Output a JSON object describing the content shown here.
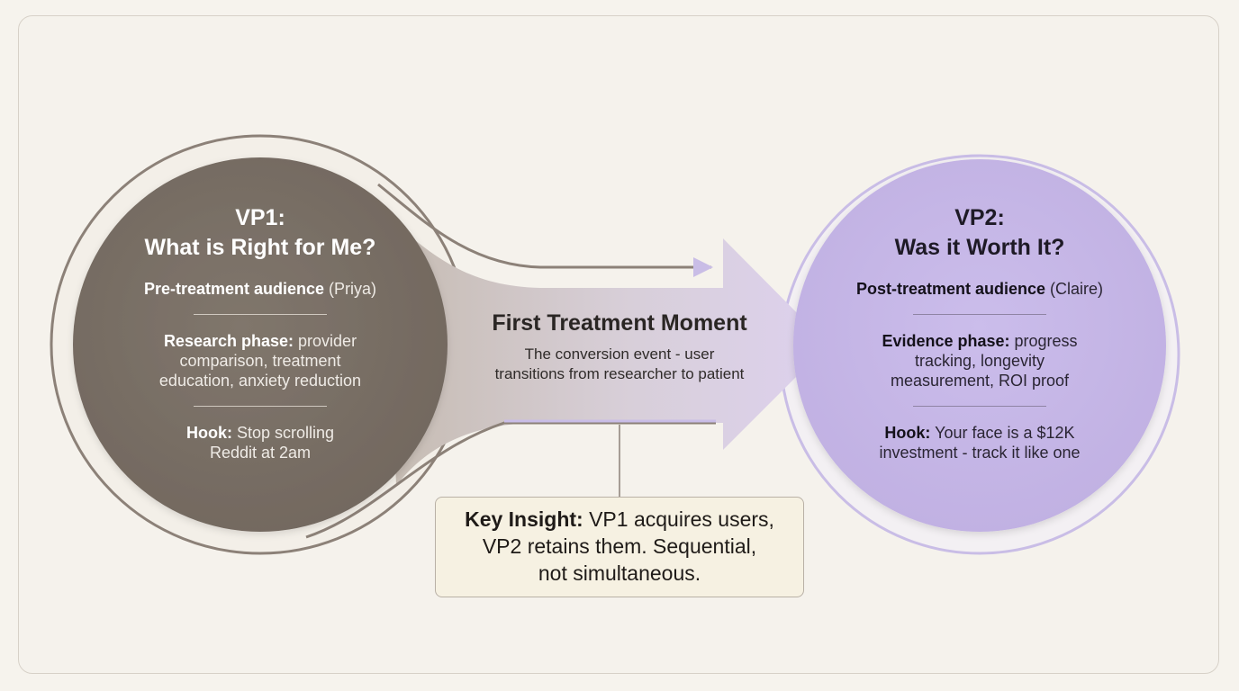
{
  "vp1": {
    "title_line1": "VP1:",
    "title_line2": "What is Right for Me?",
    "audience_label": "Pre-treatment audience",
    "audience_name": "(Priya)",
    "research_label": "Research phase:",
    "research_line1": "provider",
    "research_line2": "comparison, treatment",
    "research_line3": "education, anxiety reduction",
    "hook_label": "Hook:",
    "hook_line1": "Stop scrolling",
    "hook_line2": "Reddit at 2am"
  },
  "vp2": {
    "title_line1": "VP2:",
    "title_line2": "Was it Worth It?",
    "audience_label": "Post-treatment audience",
    "audience_name": "(Claire)",
    "evidence_label": "Evidence phase:",
    "evidence_line1": "progress",
    "evidence_line2": "tracking, longevity",
    "evidence_line3": "measurement, ROI proof",
    "hook_label": "Hook:",
    "hook_line1": "Your face is a $12K",
    "hook_line2": "investment - track it like one"
  },
  "transition": {
    "title": "First Treatment Moment",
    "sub_line1": "The conversion event - user",
    "sub_line2": "transitions from researcher to patient"
  },
  "insight": {
    "label": "Key Insight:",
    "line1": "VP1 acquires users,",
    "line2": "VP2 retains them. Sequential,",
    "line3": "not simultaneous."
  },
  "colors": {
    "vp1_fill": "#7a7067",
    "vp2_fill": "#c7b8e6",
    "arrow_start": "#c9beb5",
    "arrow_end": "#ddd2ec",
    "page_bg": "#f5f2ec"
  }
}
